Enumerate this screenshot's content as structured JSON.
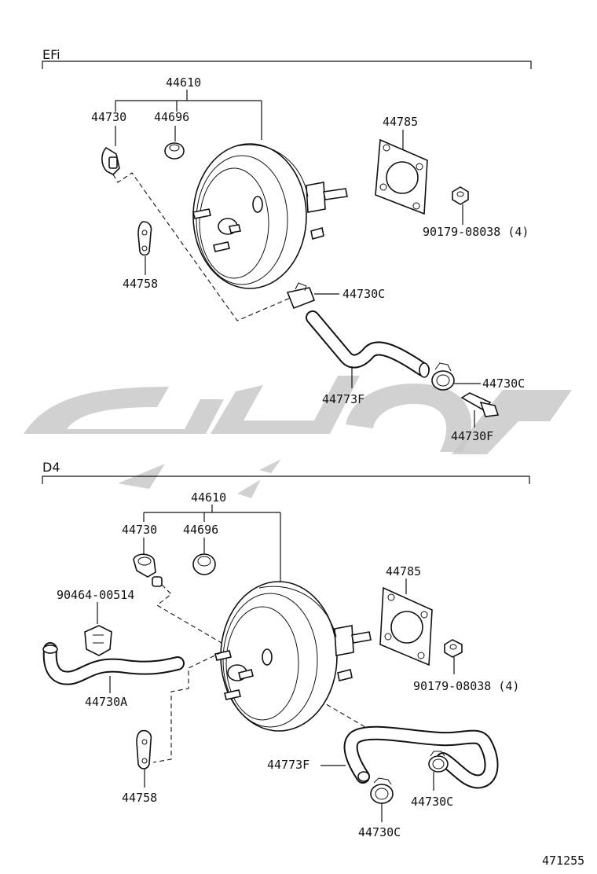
{
  "sections": [
    {
      "title": "EFi",
      "labels": {
        "booster": "44610",
        "check_valve": "44730",
        "grommet": "44696",
        "gasket": "44785",
        "nut": "90179-08038 (4)",
        "bracket": "44758",
        "clip_upper": "44730C",
        "hose": "44773F",
        "clip_lower": "44730C",
        "union": "44730F"
      }
    },
    {
      "title": "D4",
      "labels": {
        "booster": "44610",
        "check_valve": "44730",
        "grommet": "44696",
        "clamp": "90464-00514",
        "gasket": "44785",
        "nut": "90179-08038 (4)",
        "hose_a": "44730A",
        "hose": "44773F",
        "bracket": "44758",
        "clip_right": "44730C",
        "clip_bottom": "44730C"
      }
    }
  ],
  "footer": {
    "diagram_number": "471255"
  },
  "watermark": {
    "color": "#c9c9c9"
  }
}
